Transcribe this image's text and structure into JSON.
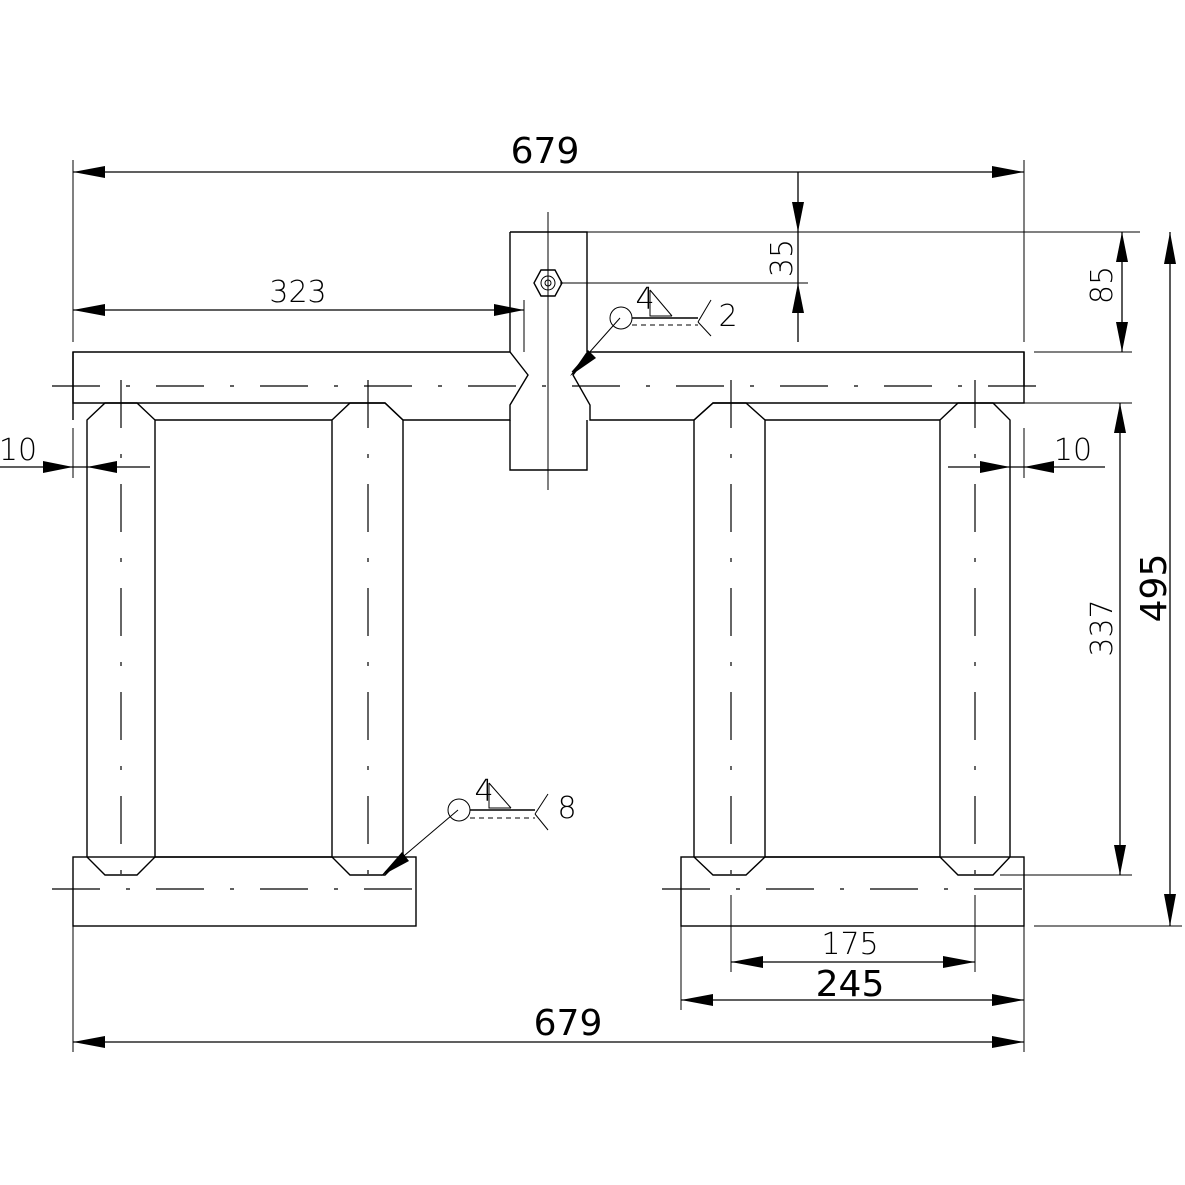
{
  "dimensions": {
    "overall_width_top": "679",
    "overall_width_bottom": "679",
    "overall_height": "495",
    "offset_323": "323",
    "dim_35": "35",
    "dim_85": "85",
    "dim_337": "337",
    "dim_10_left": "10",
    "dim_10_right": "10",
    "dim_175": "175",
    "dim_245": "245"
  },
  "welds": {
    "top": {
      "size": "4",
      "count": "2"
    },
    "bottom": {
      "size": "4",
      "count": "8"
    }
  }
}
